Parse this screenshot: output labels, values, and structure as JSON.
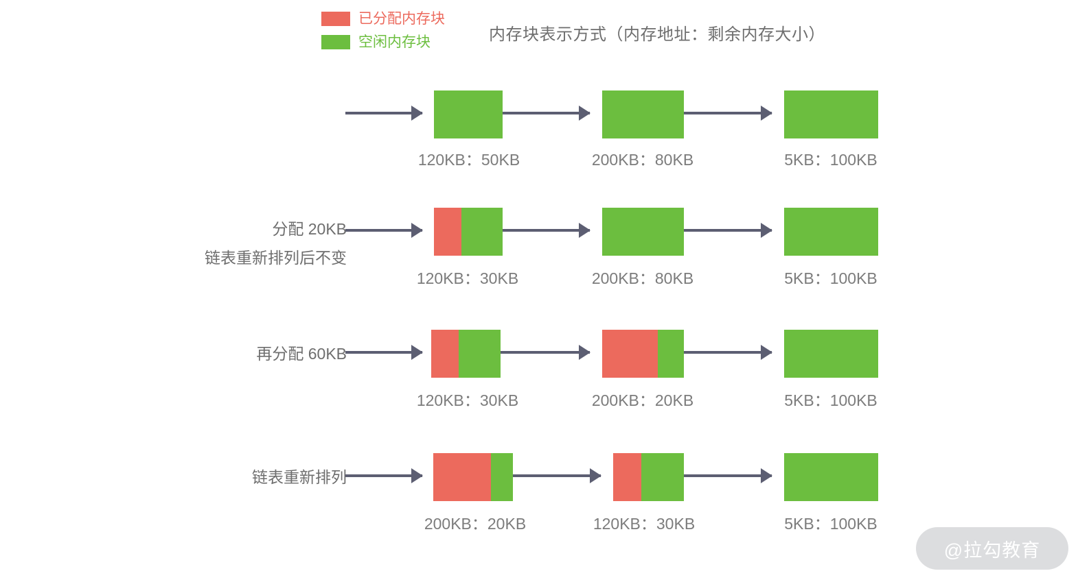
{
  "title": "内存块表示方式（内存地址：剩余内存大小）",
  "colors": {
    "allocated": "#ec6a5d",
    "free": "#6cbe3f",
    "arrow": "#5c5e72",
    "text": "#7c7c7c",
    "background": "#ffffff",
    "watermark_bg": "#dcdddf"
  },
  "legend": {
    "items": [
      {
        "swatch": "allocated-swatch",
        "label": "已分配内存块",
        "color": "#ec6a5d"
      },
      {
        "swatch": "free-swatch",
        "label": "空闲内存块",
        "color": "#6cbe3f"
      }
    ]
  },
  "rows": [
    {
      "label_lines": [],
      "blocks": [
        {
          "label": "120KB：50KB",
          "address": "120KB",
          "remaining": "50KB",
          "used_pct": 0,
          "free_pct": 100
        },
        {
          "label": "200KB：80KB",
          "address": "200KB",
          "remaining": "80KB",
          "used_pct": 0,
          "free_pct": 100
        },
        {
          "label": "5KB：100KB",
          "address": "5KB",
          "remaining": "100KB",
          "used_pct": 0,
          "free_pct": 100
        }
      ]
    },
    {
      "label_lines": [
        "分配 20KB",
        "链表重新排列后不变"
      ],
      "blocks": [
        {
          "label": "120KB：30KB",
          "address": "120KB",
          "remaining": "30KB",
          "used_pct": 40,
          "free_pct": 60
        },
        {
          "label": "200KB：80KB",
          "address": "200KB",
          "remaining": "80KB",
          "used_pct": 0,
          "free_pct": 100
        },
        {
          "label": "5KB：100KB",
          "address": "5KB",
          "remaining": "100KB",
          "used_pct": 0,
          "free_pct": 100
        }
      ]
    },
    {
      "label_lines": [
        "再分配 60KB"
      ],
      "blocks": [
        {
          "label": "120KB：30KB",
          "address": "120KB",
          "remaining": "30KB",
          "used_pct": 40,
          "free_pct": 60
        },
        {
          "label": "200KB：20KB",
          "address": "200KB",
          "remaining": "20KB",
          "used_pct": 68,
          "free_pct": 32
        },
        {
          "label": "5KB：100KB",
          "address": "5KB",
          "remaining": "100KB",
          "used_pct": 0,
          "free_pct": 100
        }
      ]
    },
    {
      "label_lines": [
        "链表重新排列"
      ],
      "blocks": [
        {
          "label": "200KB：20KB",
          "address": "200KB",
          "remaining": "20KB",
          "used_pct": 72,
          "free_pct": 28
        },
        {
          "label": "120KB：30KB",
          "address": "120KB",
          "remaining": "30KB",
          "used_pct": 40,
          "free_pct": 60
        },
        {
          "label": "5KB：100KB",
          "address": "5KB",
          "remaining": "100KB",
          "used_pct": 0,
          "free_pct": 100
        }
      ]
    }
  ],
  "watermark": "@拉勾教育"
}
